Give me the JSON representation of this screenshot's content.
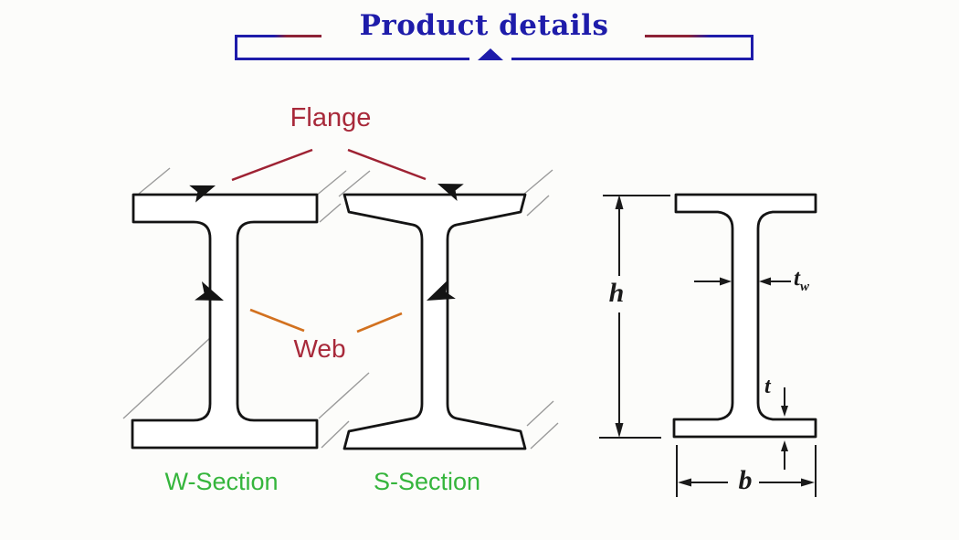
{
  "header": {
    "title": "Product details"
  },
  "diagram": {
    "labels": {
      "flange": "Flange",
      "web": "Web",
      "w_section": "W-Section",
      "s_section": "S-Section"
    },
    "dimensions": {
      "height": "h",
      "web_thickness_main": "t",
      "web_thickness_sub": "w",
      "flange_thickness": "t",
      "flange_width": "b"
    }
  },
  "colors": {
    "header_blue": "#1e1caa",
    "header_accent_maroon": "#8d2236",
    "label_red": "#a8293a",
    "label_green": "#35b53c",
    "arrow_red_line": "#9e2233",
    "arrow_orange_line": "#d2711f",
    "outline_black": "#141414",
    "perspective_gray": "#9a9a9a",
    "background": "#fcfcfa"
  },
  "icons": {
    "header_pointer": "triangle-up",
    "diagram_pointers": "arrowhead"
  }
}
